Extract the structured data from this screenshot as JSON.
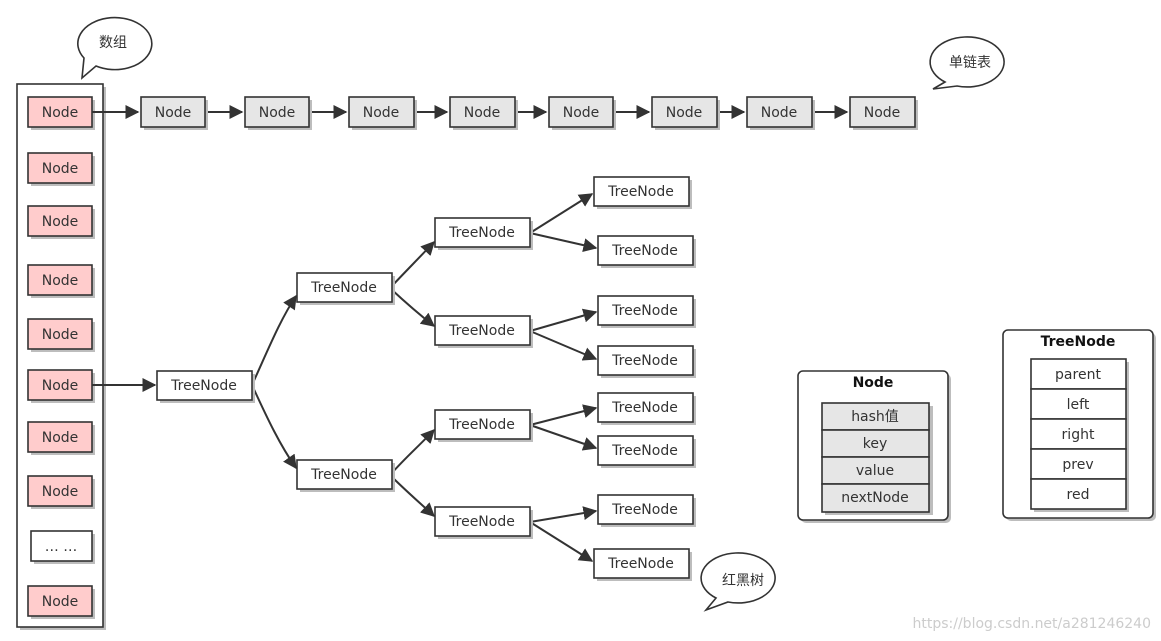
{
  "callouts": {
    "array": "数组",
    "linked_list": "单链表",
    "red_black_tree": "红黑树"
  },
  "array": {
    "items": [
      "Node",
      "Node",
      "Node",
      "Node",
      "Node",
      "Node",
      "Node",
      "Node",
      "… …",
      "Node"
    ]
  },
  "linked_list": {
    "nodes": [
      "Node",
      "Node",
      "Node",
      "Node",
      "Node",
      "Node",
      "Node",
      "Node"
    ]
  },
  "tree": {
    "root": "TreeNode",
    "level1": [
      "TreeNode",
      "TreeNode"
    ],
    "level2": [
      "TreeNode",
      "TreeNode",
      "TreeNode",
      "TreeNode"
    ],
    "leaves": [
      "TreeNode",
      "TreeNode",
      "TreeNode",
      "TreeNode",
      "TreeNode",
      "TreeNode",
      "TreeNode",
      "TreeNode"
    ]
  },
  "node_legend": {
    "title": "Node",
    "fields": [
      "hash值",
      "key",
      "value",
      "nextNode"
    ]
  },
  "treenode_legend": {
    "title": "TreeNode",
    "fields": [
      "parent",
      "left",
      "right",
      "prev",
      "red"
    ]
  },
  "watermark": "https://blog.csdn.net/a281246240",
  "colors": {
    "array_cell": "#ffcccc",
    "list_node": "#e6e6e6",
    "stroke": "#333333"
  }
}
